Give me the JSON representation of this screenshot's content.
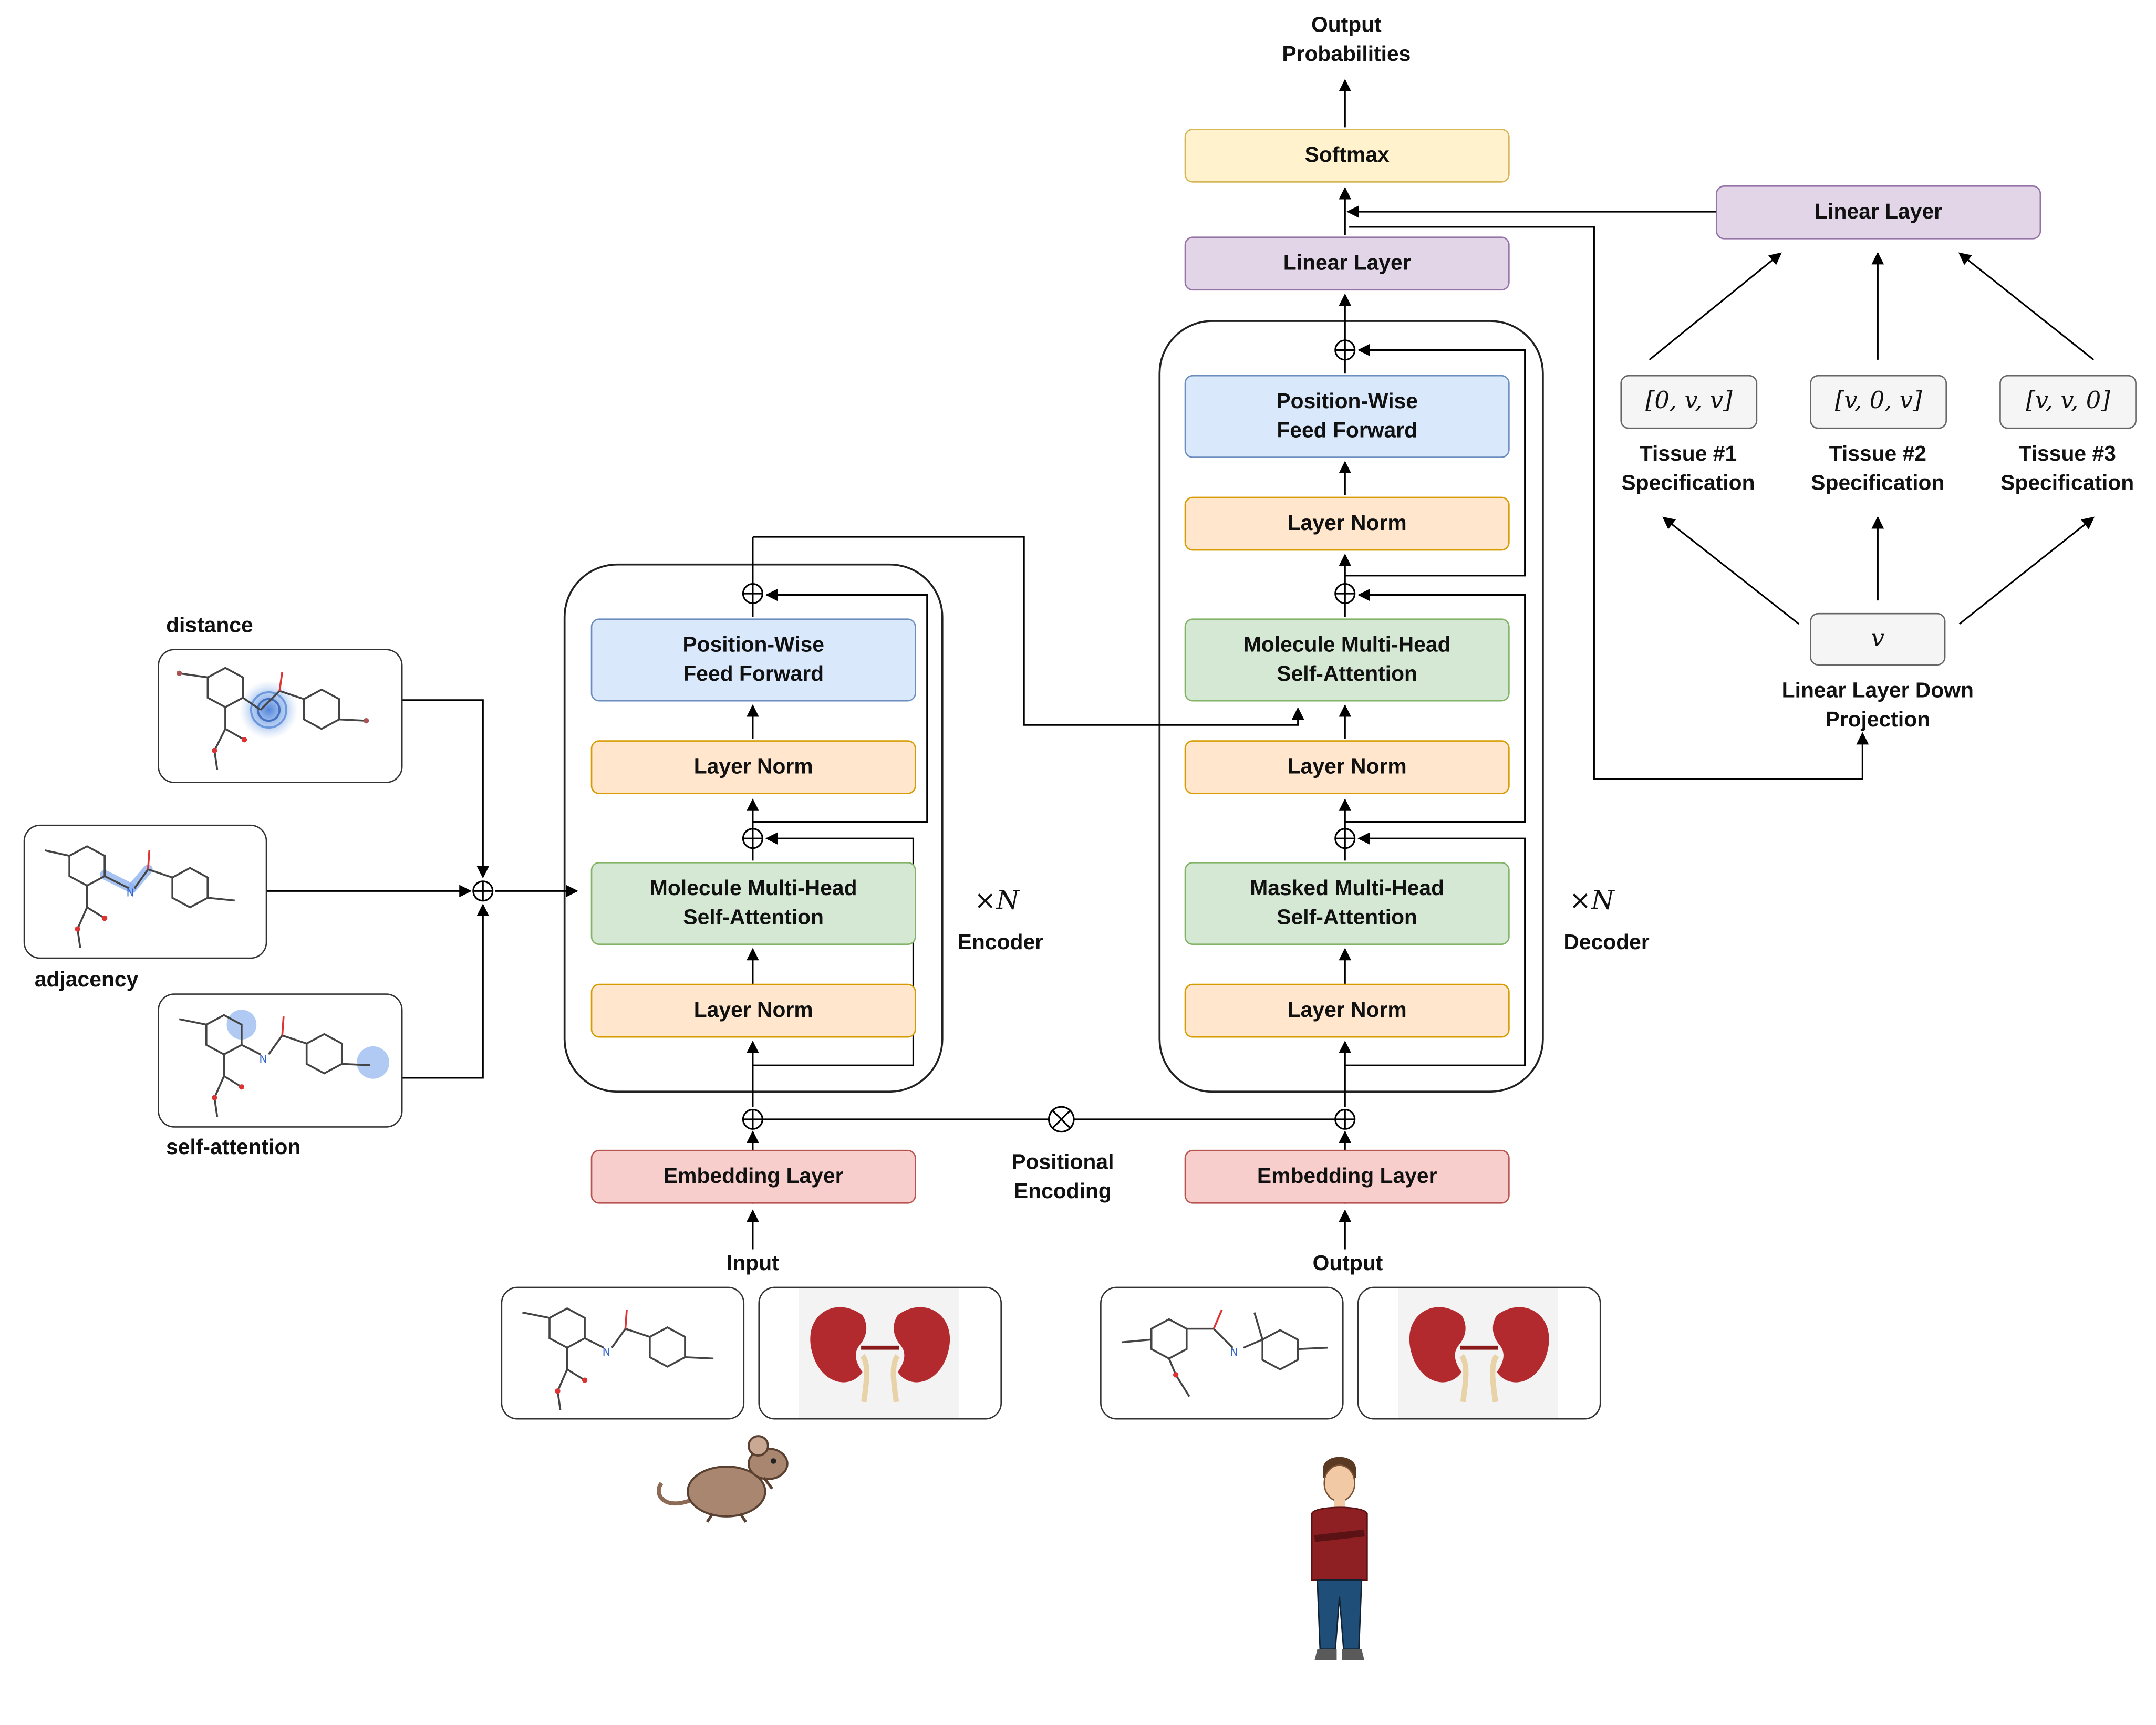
{
  "labels": {
    "output_probabilities": "Output\nProbabilities",
    "softmax": "Softmax",
    "linear_layer_decoder": "Linear Layer",
    "linear_layer_tissue": "Linear Layer",
    "encoder": {
      "ffn": "Position-Wise\nFeed Forward",
      "norm_top": "Layer Norm",
      "attention": "Molecule Multi-Head\nSelf-Attention",
      "norm_bottom": "Layer Norm",
      "repeat": "×N",
      "name": "Encoder"
    },
    "decoder": {
      "ffn": "Position-Wise\nFeed Forward",
      "norm_top": "Layer Norm",
      "cross_attention": "Molecule Multi-Head\nSelf-Attention",
      "norm_middle": "Layer Norm",
      "masked_attention": "Masked Multi-Head\nSelf-Attention",
      "norm_bottom": "Layer Norm",
      "repeat": "×N",
      "name": "Decoder"
    },
    "embedding_input": "Embedding Layer",
    "embedding_output": "Embedding Layer",
    "positional_encoding": "Positional\nEncoding",
    "input": "Input",
    "output": "Output",
    "tissue1_vec": "[0, v, v]",
    "tissue2_vec": "[v, 0, v]",
    "tissue3_vec": "[v, v, 0]",
    "tissue1": "Tissue #1\nSpecification",
    "tissue2": "Tissue #2\nSpecification",
    "tissue3": "Tissue #3\nSpecification",
    "v": "v",
    "down_projection": "Linear Layer Down\nProjection",
    "distance": "distance",
    "adjacency": "adjacency",
    "self_attention": "self-attention"
  },
  "colors": {
    "softmax": "#fff2cc",
    "linear": "#e1d5e7",
    "feed_forward": "#dae8fc",
    "layer_norm": "#ffe6cc",
    "attention": "#d5e8d4",
    "embedding": "#f8cecc",
    "vector": "#f5f5f5"
  },
  "icons": {
    "input_images": [
      "molecule-icon",
      "kidney-icon",
      "mouse-icon"
    ],
    "output_images": [
      "molecule-icon",
      "kidney-icon",
      "human-icon"
    ],
    "graph_images": [
      "distance-molecule-icon",
      "adjacency-molecule-icon",
      "self-attention-molecule-icon"
    ]
  }
}
